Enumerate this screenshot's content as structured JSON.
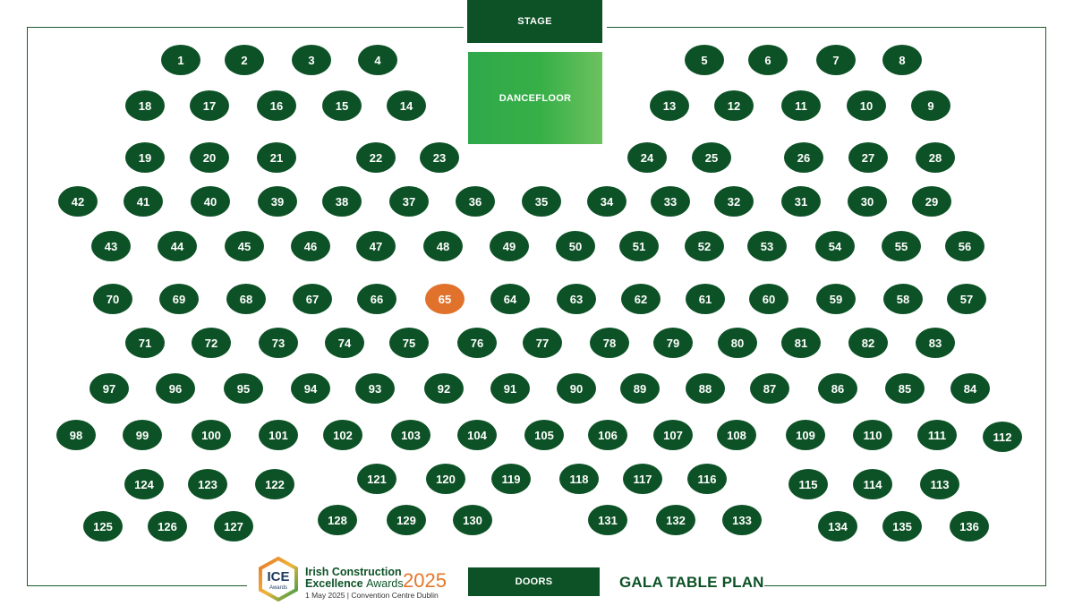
{
  "venue": {
    "stage_label": "STAGE",
    "dancefloor_label": "DANCEFLOOR",
    "doors_label": "DOORS",
    "plan_title": "GALA TABLE PLAN"
  },
  "logo": {
    "badge_text": "ICE",
    "badge_subtext": "Awards",
    "line1": "Irish Construction",
    "line2_bold": "Excellence",
    "line2_light": "Awards",
    "year": "2025",
    "line3": "1 May 2025 | Convention Centre Dublin"
  },
  "colors": {
    "table": "#0d5226",
    "highlighted_table": "#e0722c",
    "dancefloor": "#38b048",
    "accent_year": "#e5772a"
  },
  "highlighted_table": "65",
  "tables": [
    "1",
    "2",
    "3",
    "4",
    "5",
    "6",
    "7",
    "8",
    "9",
    "10",
    "11",
    "12",
    "13",
    "14",
    "15",
    "16",
    "17",
    "18",
    "19",
    "20",
    "21",
    "22",
    "23",
    "24",
    "25",
    "26",
    "27",
    "28",
    "29",
    "30",
    "31",
    "32",
    "33",
    "34",
    "35",
    "36",
    "37",
    "38",
    "39",
    "40",
    "41",
    "42",
    "43",
    "44",
    "45",
    "46",
    "47",
    "48",
    "49",
    "50",
    "51",
    "52",
    "53",
    "54",
    "55",
    "56",
    "57",
    "58",
    "59",
    "60",
    "61",
    "62",
    "63",
    "64",
    "65",
    "66",
    "67",
    "68",
    "69",
    "70",
    "71",
    "72",
    "73",
    "74",
    "75",
    "76",
    "77",
    "78",
    "79",
    "80",
    "81",
    "82",
    "83",
    "84",
    "85",
    "86",
    "87",
    "88",
    "89",
    "90",
    "91",
    "92",
    "93",
    "94",
    "95",
    "96",
    "97",
    "98",
    "99",
    "100",
    "101",
    "102",
    "103",
    "104",
    "105",
    "106",
    "107",
    "108",
    "109",
    "110",
    "111",
    "112",
    "113",
    "114",
    "115",
    "116",
    "117",
    "118",
    "119",
    "120",
    "121",
    "122",
    "123",
    "124",
    "125",
    "126",
    "127",
    "128",
    "129",
    "130",
    "131",
    "132",
    "133",
    "134",
    "135",
    "136"
  ]
}
